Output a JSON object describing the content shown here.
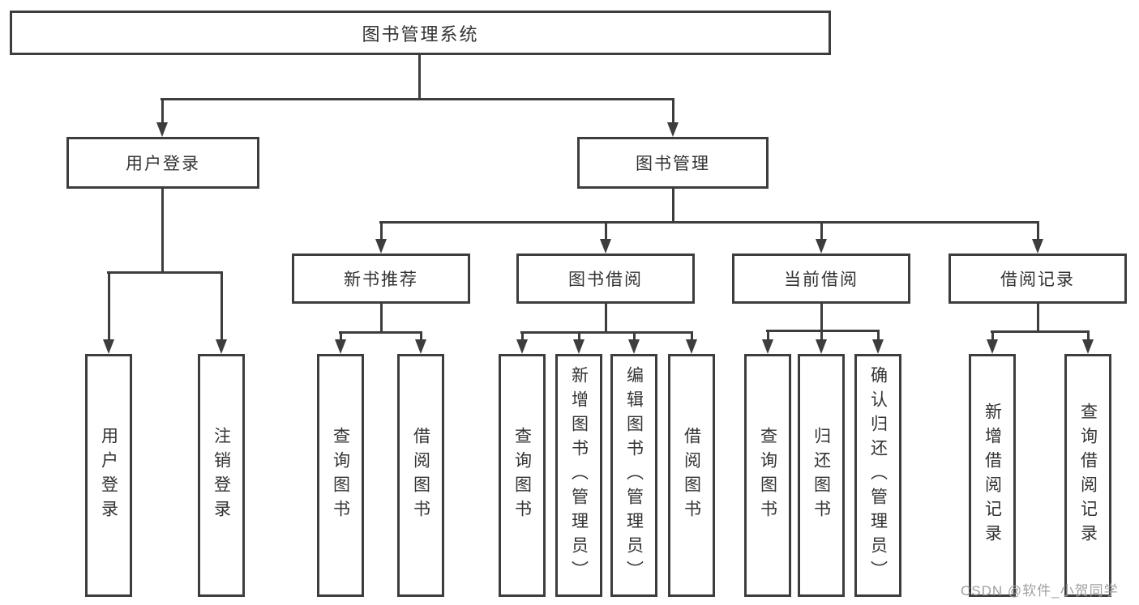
{
  "diagram": {
    "title": "图书管理系统",
    "branches": [
      {
        "label": "用户登录",
        "children": [
          {
            "label": "用户登录"
          },
          {
            "label": "注销登录"
          }
        ]
      },
      {
        "label": "图书管理",
        "children": [
          {
            "label": "新书推荐",
            "children": [
              {
                "label": "查询图书"
              },
              {
                "label": "借阅图书"
              }
            ]
          },
          {
            "label": "图书借阅",
            "children": [
              {
                "label": "查询图书"
              },
              {
                "label": "新增图书（管理员）"
              },
              {
                "label": "编辑图书（管理员）"
              },
              {
                "label": "借阅图书"
              }
            ]
          },
          {
            "label": "当前借阅",
            "children": [
              {
                "label": "查询图书"
              },
              {
                "label": "归还图书"
              },
              {
                "label": "确认归还（管理员）"
              }
            ]
          },
          {
            "label": "借阅记录",
            "children": [
              {
                "label": "新增借阅记录"
              },
              {
                "label": "查询借阅记录"
              }
            ]
          }
        ]
      }
    ]
  },
  "watermark": {
    "text": "CSDN @软件_小贺同学"
  },
  "colors": {
    "line": "#3d3d3d",
    "text": "#333333",
    "background": "#ffffff",
    "watermark": "#a0a0a0"
  }
}
